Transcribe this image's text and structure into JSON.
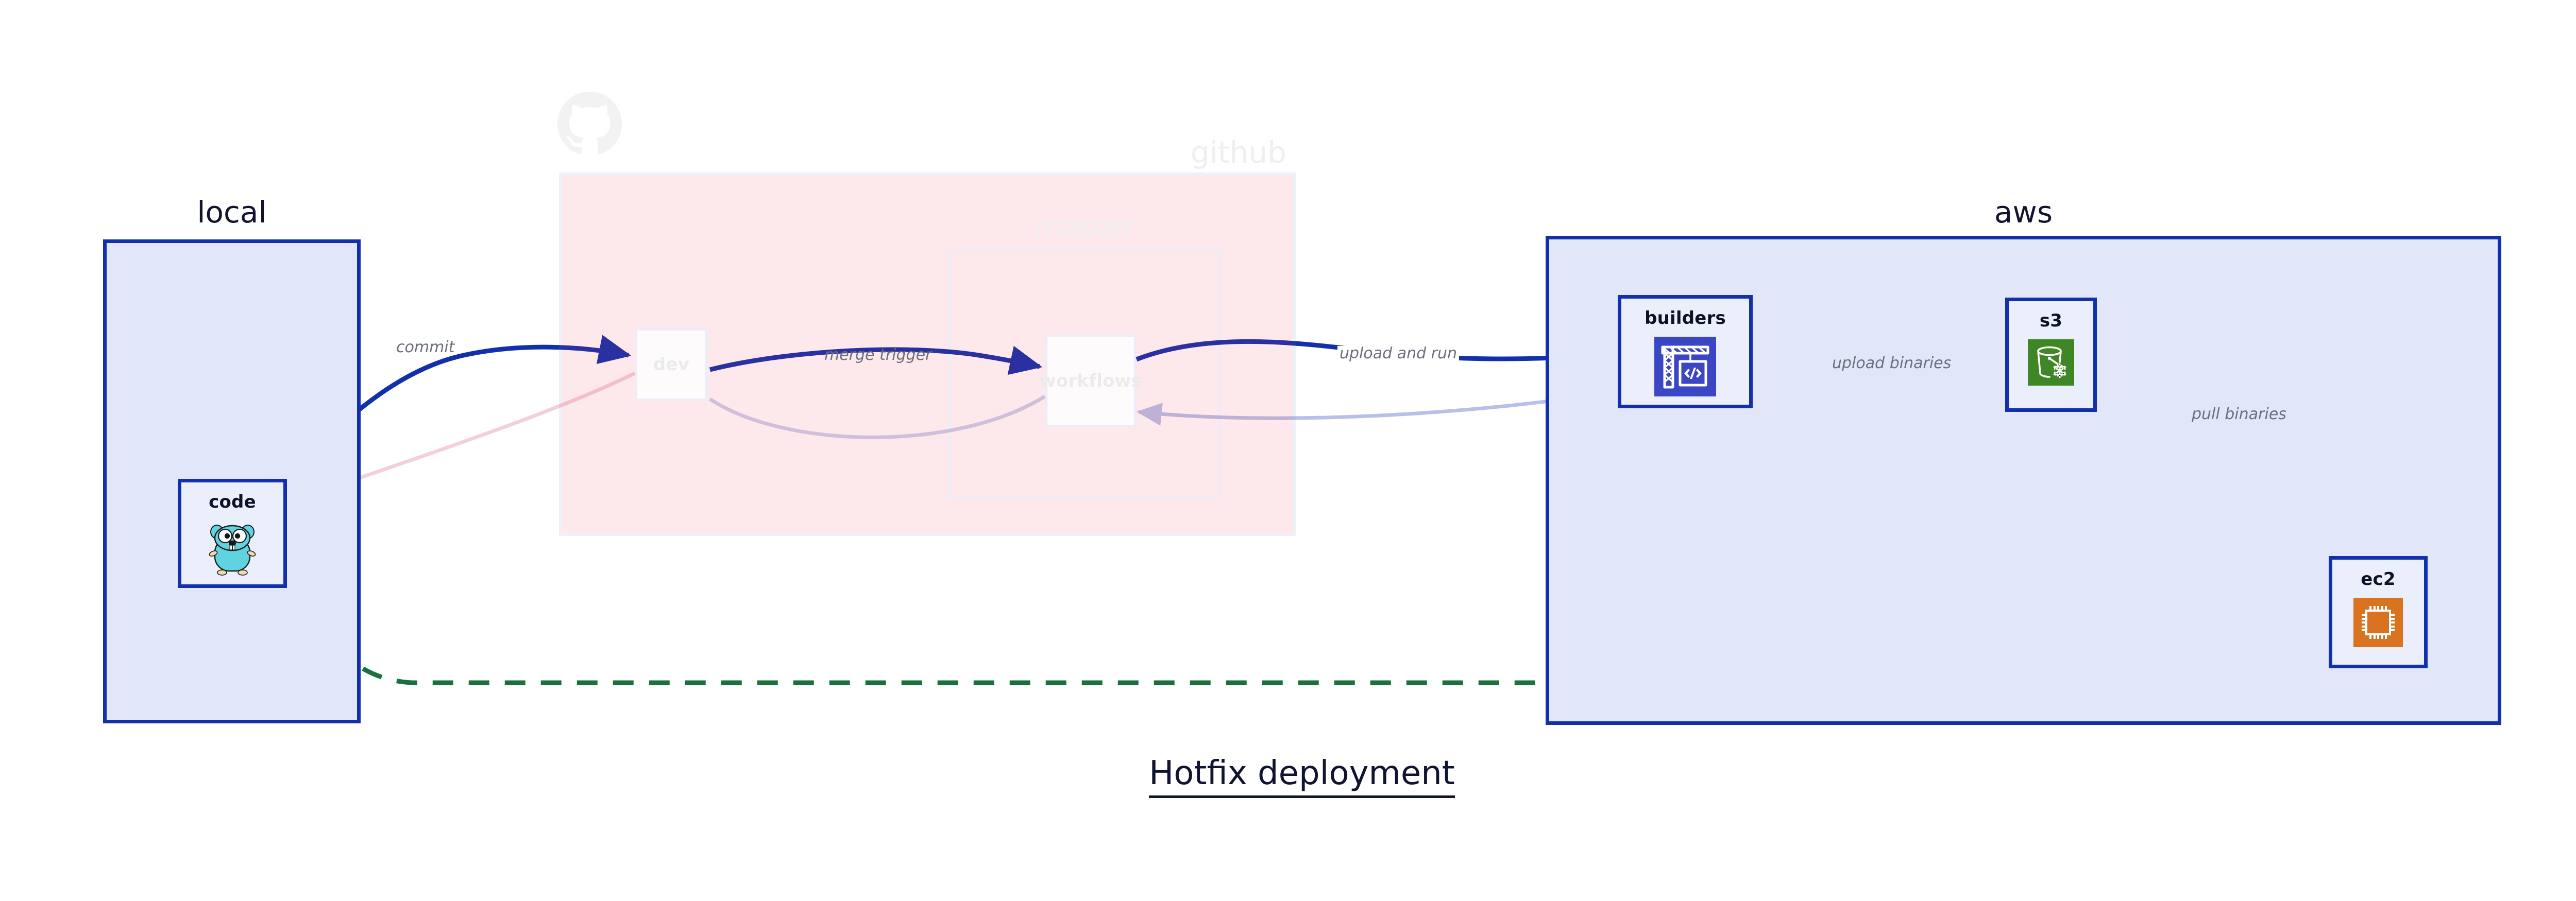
{
  "diagram": {
    "title": "Hotfix deployment",
    "background": "#ffffff",
    "accent_blue": "#1330ac",
    "container_fill_blue": "#e1e7f9",
    "node_fill": "#eaeffb",
    "edge_color": "#1330ac",
    "dashed_edge_color": "#1b7040",
    "label_color": "#6a6f7b",
    "faded_opacity": "0.11"
  },
  "containers": [
    {
      "id": "local",
      "label": "local",
      "style": "solid-blue",
      "faded": false
    },
    {
      "id": "github",
      "label": "github",
      "style": "pink-faded",
      "faded": true,
      "logo": "github-octocat-icon",
      "children": [
        {
          "id": "master",
          "label": "master",
          "style": "outline-faded",
          "faded": true
        }
      ]
    },
    {
      "id": "aws",
      "label": "aws",
      "style": "solid-blue",
      "faded": false
    }
  ],
  "nodes": [
    {
      "id": "code",
      "label": "code",
      "icon": "go-gopher-icon",
      "container": "local",
      "faded": false
    },
    {
      "id": "dev",
      "label": "dev",
      "icon": "none",
      "container": "github",
      "faded": true
    },
    {
      "id": "workflows",
      "label": "workflows",
      "icon": "none",
      "container": "master",
      "faded": true
    },
    {
      "id": "builders",
      "label": "builders",
      "icon": "aws-codebuild-icon",
      "container": "aws",
      "faded": false,
      "icon_color": "#3b46c4"
    },
    {
      "id": "s3",
      "label": "s3",
      "icon": "aws-s3-glacier-icon",
      "container": "aws",
      "faded": false,
      "icon_color": "#3f8624"
    },
    {
      "id": "ec2",
      "label": "ec2",
      "icon": "aws-ec2-chip-icon",
      "container": "aws",
      "faded": false,
      "icon_color": "#d9731f"
    }
  ],
  "edges": [
    {
      "id": "commit",
      "label": "commit",
      "from": "code",
      "to": "dev",
      "style": "solid",
      "color": "#1330ac",
      "faded": false
    },
    {
      "id": "merge-trigger",
      "label": "merge trigger",
      "from": "dev",
      "to": "workflows",
      "style": "solid",
      "color": "#1330ac",
      "faded": false
    },
    {
      "id": "upload-and-run",
      "label": "upload and run",
      "from": "workflows",
      "to": "builders",
      "style": "solid",
      "color": "#1330ac",
      "faded": false
    },
    {
      "id": "upload-binaries",
      "label": "upload binaries",
      "from": "builders",
      "to": "s3",
      "style": "solid",
      "color": "#1330ac",
      "faded": false
    },
    {
      "id": "pull-binaries",
      "label": "pull binaries",
      "from": "s3",
      "to": "ec2",
      "style": "solid",
      "color": "#1330ac",
      "faded": false
    },
    {
      "id": "hotfix-direct",
      "label": "",
      "from": "code",
      "to": "ec2",
      "style": "dashed",
      "color": "#1b7040",
      "faded": false
    },
    {
      "id": "return-builders-dev",
      "label": "",
      "from": "builders",
      "to": "dev",
      "style": "solid",
      "color": "#b9c0e8",
      "faded": true
    },
    {
      "id": "return-dev-code",
      "label": "",
      "from": "dev",
      "to": "code",
      "style": "solid",
      "color": "#f3cfd8",
      "faded": true
    },
    {
      "id": "return-workflows-dev",
      "label": "",
      "from": "workflows",
      "to": "dev",
      "style": "solid",
      "color": "#ccd0ec",
      "faded": true
    }
  ]
}
